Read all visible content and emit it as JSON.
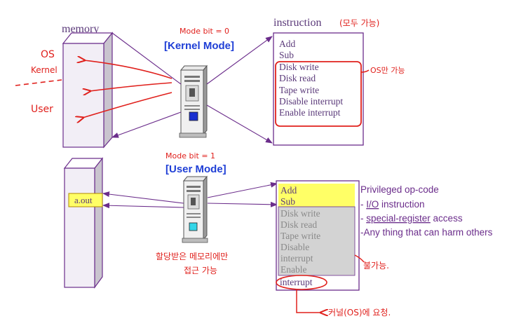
{
  "top": {
    "memory_label": "memory",
    "mode_bit_note": "Mode bit = 0",
    "mode_title": "[Kernel Mode]",
    "instruction_label": "instruction",
    "instruction_note": "(모두 가능)",
    "instructions": [
      "Add",
      "Sub",
      "Disk write",
      "Disk read",
      "Tape write",
      "Disable interrupt",
      "Enable interrupt"
    ],
    "os_only_note": "OS만 가능",
    "memory_annotations": {
      "os": "OS",
      "kernel": "Kernel",
      "user": "User"
    }
  },
  "bottom": {
    "mode_bit_note": "Mode bit = 1",
    "mode_title": "[User Mode]",
    "program_label": "a.out",
    "allowed_instructions": [
      "Add",
      "Sub"
    ],
    "blocked_instructions": [
      "Disk write",
      "Disk read",
      "Tape write",
      "Disable",
      "interrupt",
      "Enable"
    ],
    "trailing_instruction": "interrupt",
    "blocked_note": "불가능.",
    "allocated_memory_note_line1": "할당받은 메모리에만",
    "allocated_memory_note_line2": "접근 가능",
    "kernel_request_note": "커널(OS)에 요청.",
    "privileged": {
      "title": "Privileged op-code",
      "item1_prefix": "- ",
      "item1_underlined": "I/O",
      "item1_rest": " instruction",
      "item2_prefix": "- ",
      "item2_underlined": "special-register",
      "item2_rest": " access",
      "item3": "-Any thing that can harm others"
    }
  },
  "colors": {
    "box_border": "#6b2d8b",
    "arrow_purple": "#6b2d8b",
    "text_purple": "#5b3a7a",
    "mode_blue": "#1f3fd6",
    "annotation_red": "#e0201c",
    "memory_face": "#f2eef6",
    "memory_side": "#c9c4ce",
    "highlight_yellow": "#ffff66",
    "blocked_gray": "#d3d3d3",
    "privileged_text": "#6b2d8b"
  }
}
